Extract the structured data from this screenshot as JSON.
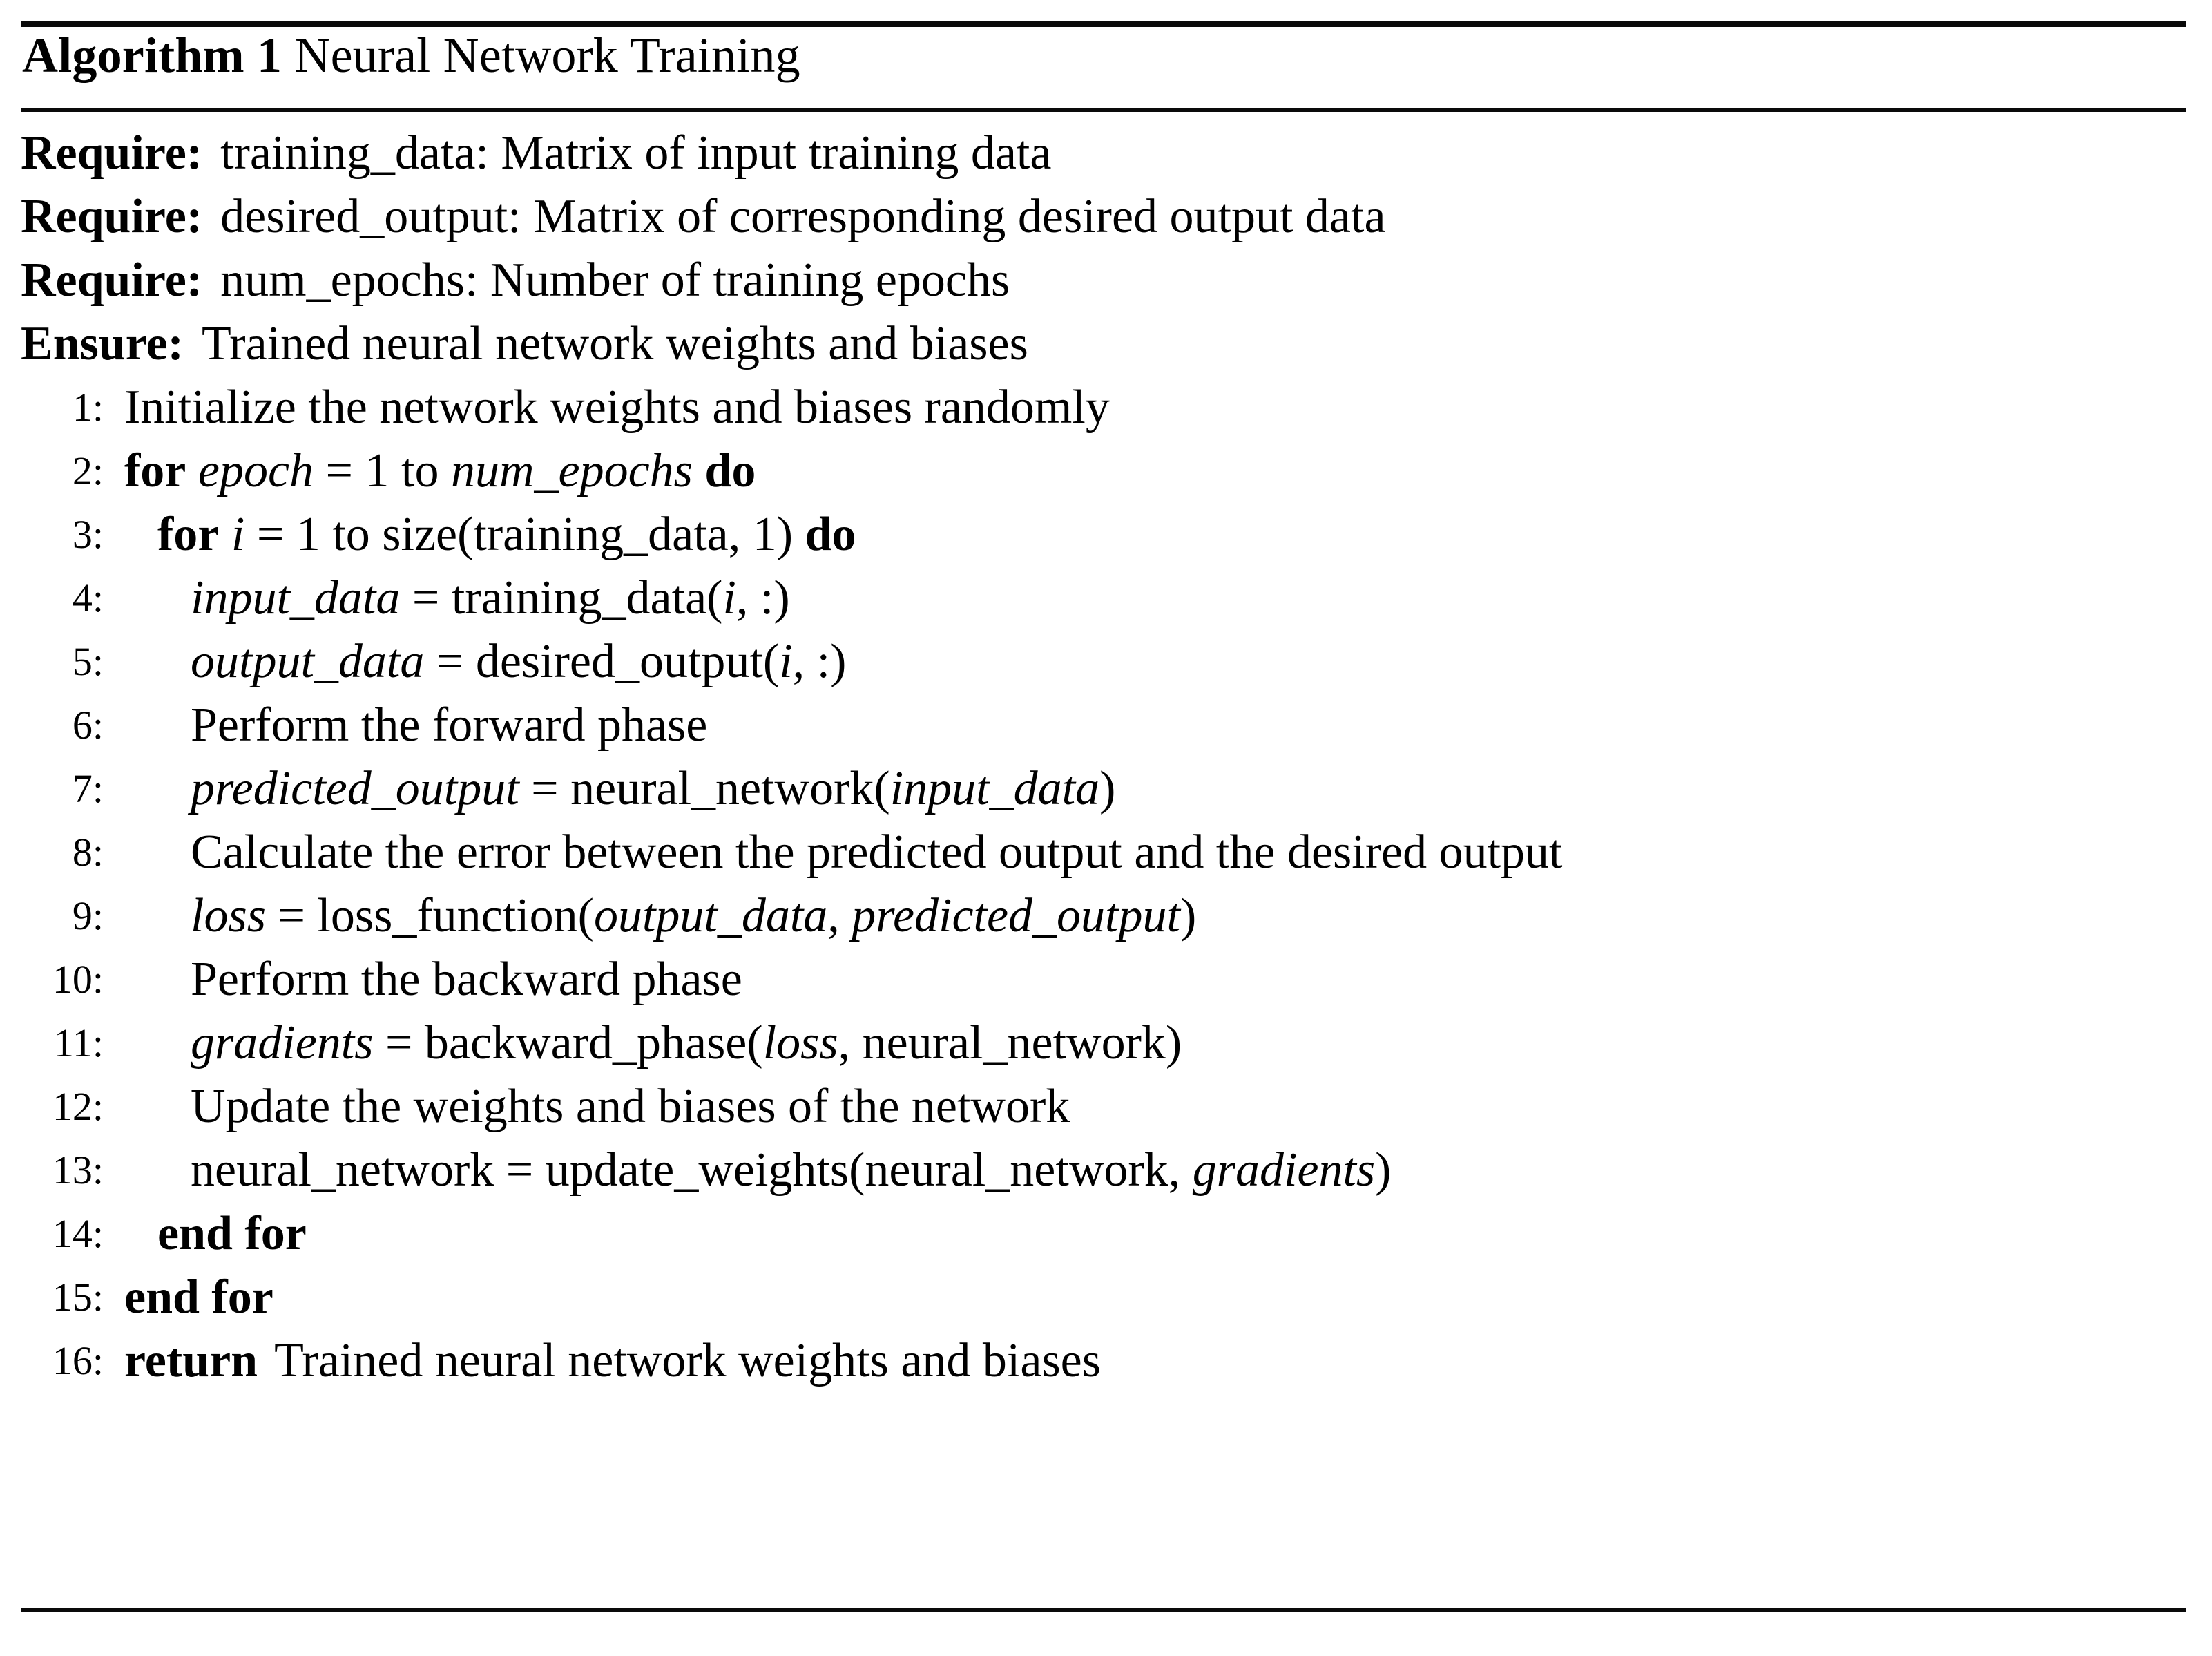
{
  "document": {
    "type": "algorithm-float",
    "rules": {
      "top": "thick",
      "middle": "thin",
      "bottom": "thin"
    }
  },
  "title": {
    "label": "Algorithm 1",
    "name": "Neural Network Training"
  },
  "preconditions": [
    {
      "keyword": "Require:",
      "text": "training_data: Matrix of input training data"
    },
    {
      "keyword": "Require:",
      "text": "desired_output: Matrix of corresponding desired output data"
    },
    {
      "keyword": "Require:",
      "text": "num_epochs: Number of training epochs"
    },
    {
      "keyword": "Ensure:",
      "text": "Trained neural network weights and biases"
    }
  ],
  "lines": [
    {
      "number": "1:",
      "indent": 0,
      "plain": "Initialize the network weights and biases randomly",
      "tokens": [
        {
          "style": "rm",
          "text": "Initialize the network weights and biases randomly"
        }
      ]
    },
    {
      "number": "2:",
      "indent": 0,
      "plain": "for epoch = 1 to num_epochs do",
      "tokens": [
        {
          "style": "kw",
          "text": "for"
        },
        {
          "style": "sp",
          "text": " "
        },
        {
          "style": "var",
          "text": "epoch"
        },
        {
          "style": "rm",
          "text": " = 1 to "
        },
        {
          "style": "var",
          "text": "num_epochs"
        },
        {
          "style": "sp",
          "text": " "
        },
        {
          "style": "kw",
          "text": "do"
        }
      ]
    },
    {
      "number": "3:",
      "indent": 1,
      "plain": "for i = 1 to size(training_data, 1) do",
      "tokens": [
        {
          "style": "kw",
          "text": "for"
        },
        {
          "style": "sp",
          "text": " "
        },
        {
          "style": "var",
          "text": "i"
        },
        {
          "style": "rm",
          "text": " = 1 to size(training_data, 1) "
        },
        {
          "style": "kw",
          "text": "do"
        }
      ]
    },
    {
      "number": "4:",
      "indent": 2,
      "plain": "input_data = training_data(i, :)",
      "tokens": [
        {
          "style": "var",
          "text": "input_data"
        },
        {
          "style": "rm",
          "text": " = training_data("
        },
        {
          "style": "var",
          "text": "i"
        },
        {
          "style": "rm",
          "text": ", :)"
        }
      ]
    },
    {
      "number": "5:",
      "indent": 2,
      "plain": "output_data = desired_output(i, :)",
      "tokens": [
        {
          "style": "var",
          "text": "output_data"
        },
        {
          "style": "rm",
          "text": " = desired_output("
        },
        {
          "style": "var",
          "text": "i"
        },
        {
          "style": "rm",
          "text": ", :)"
        }
      ]
    },
    {
      "number": "6:",
      "indent": 2,
      "plain": "Perform the forward phase",
      "tokens": [
        {
          "style": "rm",
          "text": "Perform the forward phase"
        }
      ]
    },
    {
      "number": "7:",
      "indent": 2,
      "plain": "predicted_output = neural_network(input_data)",
      "tokens": [
        {
          "style": "var",
          "text": "predicted_output"
        },
        {
          "style": "rm",
          "text": " = neural_network("
        },
        {
          "style": "var",
          "text": "input_data"
        },
        {
          "style": "rm",
          "text": ")"
        }
      ]
    },
    {
      "number": "8:",
      "indent": 2,
      "plain": "Calculate the error between the predicted output and the desired output",
      "tokens": [
        {
          "style": "rm",
          "text": "Calculate the error between the predicted output and the desired output"
        }
      ]
    },
    {
      "number": "9:",
      "indent": 2,
      "plain": "loss = loss_function(output_data, predicted_output)",
      "tokens": [
        {
          "style": "var",
          "text": "loss"
        },
        {
          "style": "rm",
          "text": " = loss_function("
        },
        {
          "style": "var",
          "text": "output_data"
        },
        {
          "style": "rm",
          "text": ", "
        },
        {
          "style": "var",
          "text": "predicted_output"
        },
        {
          "style": "rm",
          "text": ")"
        }
      ]
    },
    {
      "number": "10:",
      "indent": 2,
      "plain": "Perform the backward phase",
      "tokens": [
        {
          "style": "rm",
          "text": "Perform the backward phase"
        }
      ]
    },
    {
      "number": "11:",
      "indent": 2,
      "plain": "gradients = backward_phase(loss, neural_network)",
      "tokens": [
        {
          "style": "var",
          "text": "gradients"
        },
        {
          "style": "rm",
          "text": " = backward_phase("
        },
        {
          "style": "var",
          "text": "loss"
        },
        {
          "style": "rm",
          "text": ", neural_network)"
        }
      ]
    },
    {
      "number": "12:",
      "indent": 2,
      "plain": "Update the weights and biases of the network",
      "tokens": [
        {
          "style": "rm",
          "text": "Update the weights and biases of the network"
        }
      ]
    },
    {
      "number": "13:",
      "indent": 2,
      "plain": "neural_network = update_weights(neural_network, gradients)",
      "tokens": [
        {
          "style": "rm",
          "text": "neural_network = update_weights(neural_network, "
        },
        {
          "style": "var",
          "text": "gradients"
        },
        {
          "style": "rm",
          "text": ")"
        }
      ]
    },
    {
      "number": "14:",
      "indent": 1,
      "plain": "end for",
      "tokens": [
        {
          "style": "kw",
          "text": "end for"
        }
      ]
    },
    {
      "number": "15:",
      "indent": 0,
      "plain": "end for",
      "tokens": [
        {
          "style": "kw",
          "text": "end for"
        }
      ]
    },
    {
      "number": "16:",
      "indent": 0,
      "plain": "return Trained neural network weights and biases",
      "tokens": [
        {
          "style": "kw",
          "text": "return"
        },
        {
          "style": "gap",
          "text": ""
        },
        {
          "style": "rm",
          "text": "Trained neural network weights and biases"
        }
      ]
    }
  ]
}
